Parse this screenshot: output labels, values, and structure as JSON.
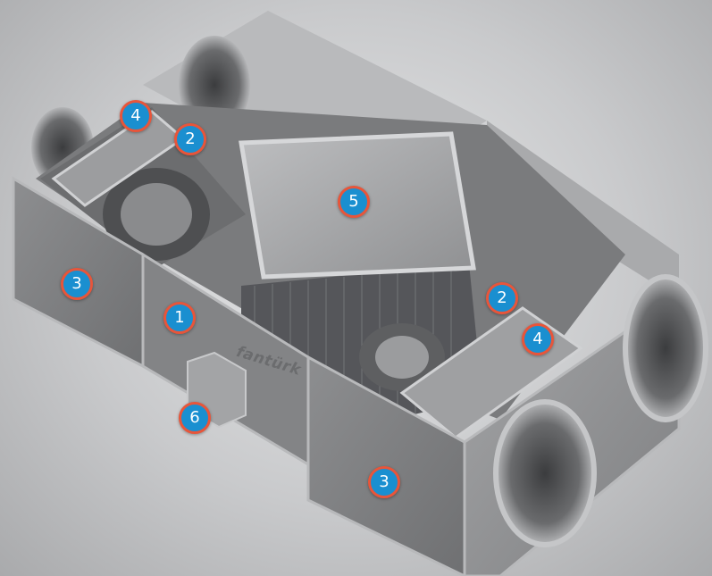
{
  "image": {
    "brand_text": "fantürk",
    "colors": {
      "marker_fill": "#1a8fd0",
      "marker_ring": "#e8553a",
      "marker_text": "#ffffff"
    }
  },
  "markers": [
    {
      "label": "1"
    },
    {
      "label": "2"
    },
    {
      "label": "2"
    },
    {
      "label": "3"
    },
    {
      "label": "3"
    },
    {
      "label": "4"
    },
    {
      "label": "4"
    },
    {
      "label": "5"
    },
    {
      "label": "6"
    }
  ]
}
